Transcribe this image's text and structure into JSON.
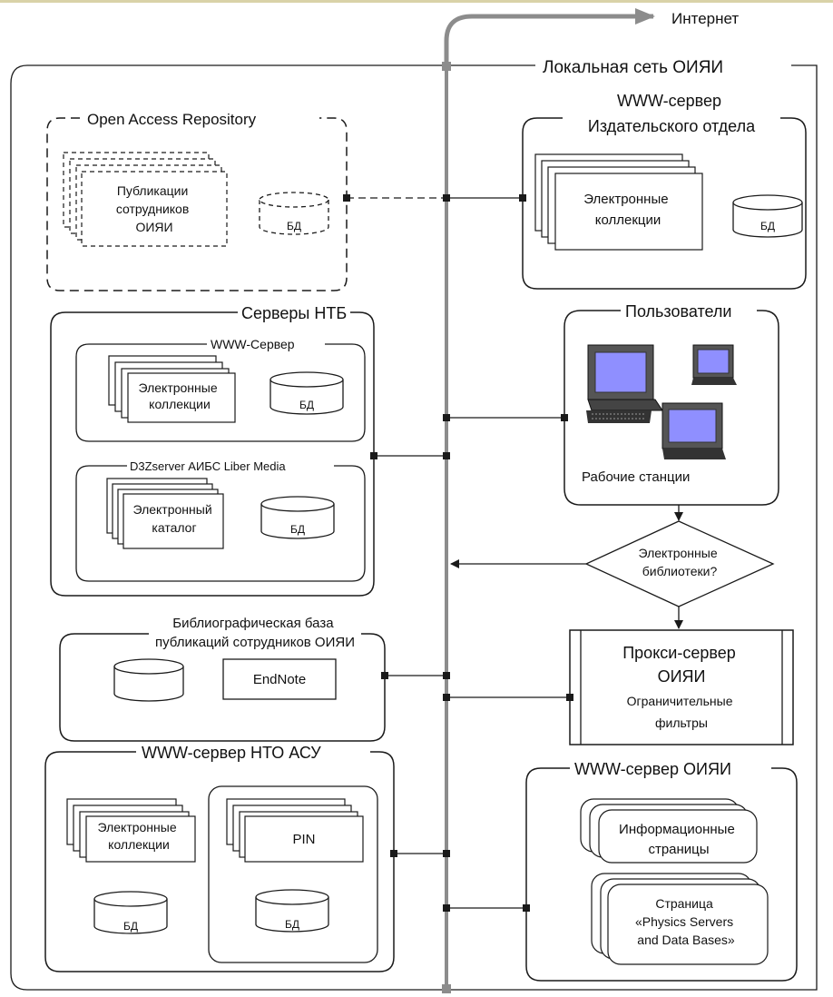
{
  "labels": {
    "internet": "Интернет",
    "local_network": "Локальная сеть ОИЯИ",
    "repository": {
      "title": "Open Access Repository",
      "publications": [
        "Публикации",
        "сотрудников",
        "ОИЯИ"
      ],
      "db": "БД"
    },
    "publisher": {
      "title": [
        "WWW-сервер",
        "Издательского отдела"
      ],
      "collections": [
        "Электронные",
        "коллекции"
      ],
      "db": "БД"
    },
    "ntb": {
      "title": "Серверы НТБ",
      "www_title": "WWW-Сервер",
      "www_collections": [
        "Электронные",
        "коллекции"
      ],
      "www_db": "БД",
      "d3z_title": "D3Zserver АИБС Liber Media",
      "d3z_catalog": [
        "Электронный",
        "каталог"
      ],
      "d3z_db": "БД"
    },
    "users": {
      "title": "Пользователи",
      "workstations": "Рабочие станции"
    },
    "decision": [
      "Электронные",
      "библиотеки?"
    ],
    "biblio": {
      "title": [
        "Библиографическая база",
        "публикаций сотрудников ОИЯИ"
      ],
      "endnote": "EndNote"
    },
    "proxy": {
      "title": [
        "Прокси-сервер",
        "ОИЯИ"
      ],
      "filters": [
        "Ограничительные",
        "фильтры"
      ]
    },
    "nto": {
      "title": "WWW-сервер НТО АСУ",
      "collections": [
        "Электронные",
        "коллекции"
      ],
      "db": "БД",
      "pin": "PIN",
      "pin_db": "БД"
    },
    "jinr_www": {
      "title": "WWW-сервер ОИЯИ",
      "info_pages": [
        "Информационные",
        "страницы"
      ],
      "physics_page": [
        "Страница",
        "«Physics Servers",
        "and Data Bases»"
      ]
    }
  },
  "colors": {
    "line": "#1a1a1a",
    "bus": "#8c8c8c",
    "screen": "#8f8fff",
    "top_bar": "#d9d2a8"
  }
}
